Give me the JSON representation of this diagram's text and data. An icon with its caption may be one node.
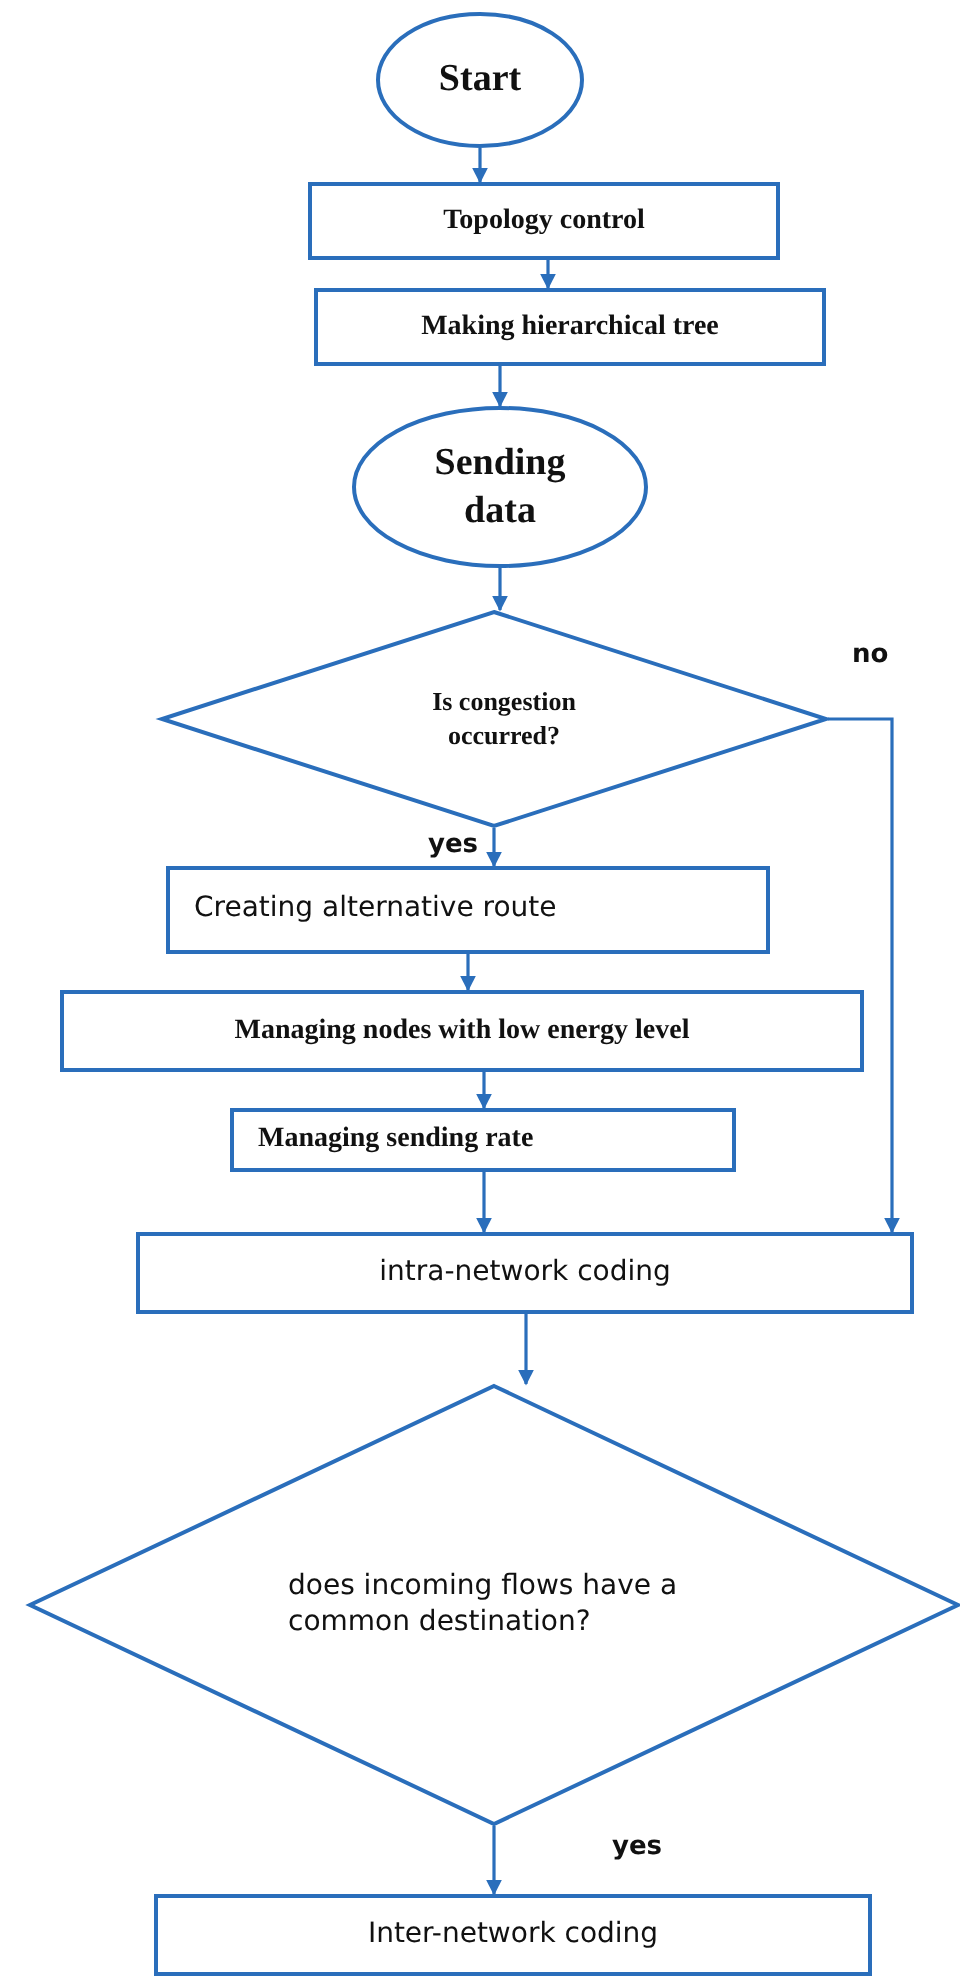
{
  "diagram": {
    "nodes": [
      {
        "text": [
          "Start"
        ]
      },
      {
        "text": [
          "Topology control"
        ]
      },
      {
        "text": [
          "Making hierarchical tree"
        ]
      },
      {
        "text": [
          "Sending data"
        ]
      },
      {
        "text": [
          "Is congestion occurred?"
        ]
      },
      {
        "text": [
          "Creating alternative route"
        ]
      },
      {
        "text": [
          "Managing nodes with low energy level"
        ]
      },
      {
        "text": [
          "Managing sending rate"
        ]
      },
      {
        "text": [
          "intra-network coding"
        ]
      },
      {
        "text": [
          "does incoming flows have a common destination?"
        ]
      },
      {
        "text": [
          "Inter-network coding"
        ]
      }
    ],
    "edges": [
      {
        "from": 0,
        "to": 1,
        "arrow": "to"
      },
      {
        "from": 1,
        "to": 2,
        "arrow": "to"
      },
      {
        "from": 2,
        "to": 3,
        "arrow": "to"
      },
      {
        "from": 3,
        "to": 4,
        "arrow": "to"
      },
      {
        "from": 4,
        "to": 5,
        "arrow": "to",
        "label": "yes"
      },
      {
        "from": 5,
        "to": 6,
        "arrow": "to"
      },
      {
        "from": 6,
        "to": 7,
        "arrow": "to"
      },
      {
        "from": 7,
        "to": 8,
        "arrow": "to"
      },
      {
        "from": 4,
        "to": 8,
        "arrow": "to",
        "label": "no"
      },
      {
        "from": 8,
        "to": 9,
        "arrow": "to"
      },
      {
        "from": 9,
        "to": 10,
        "arrow": "to",
        "label": "yes"
      }
    ]
  }
}
